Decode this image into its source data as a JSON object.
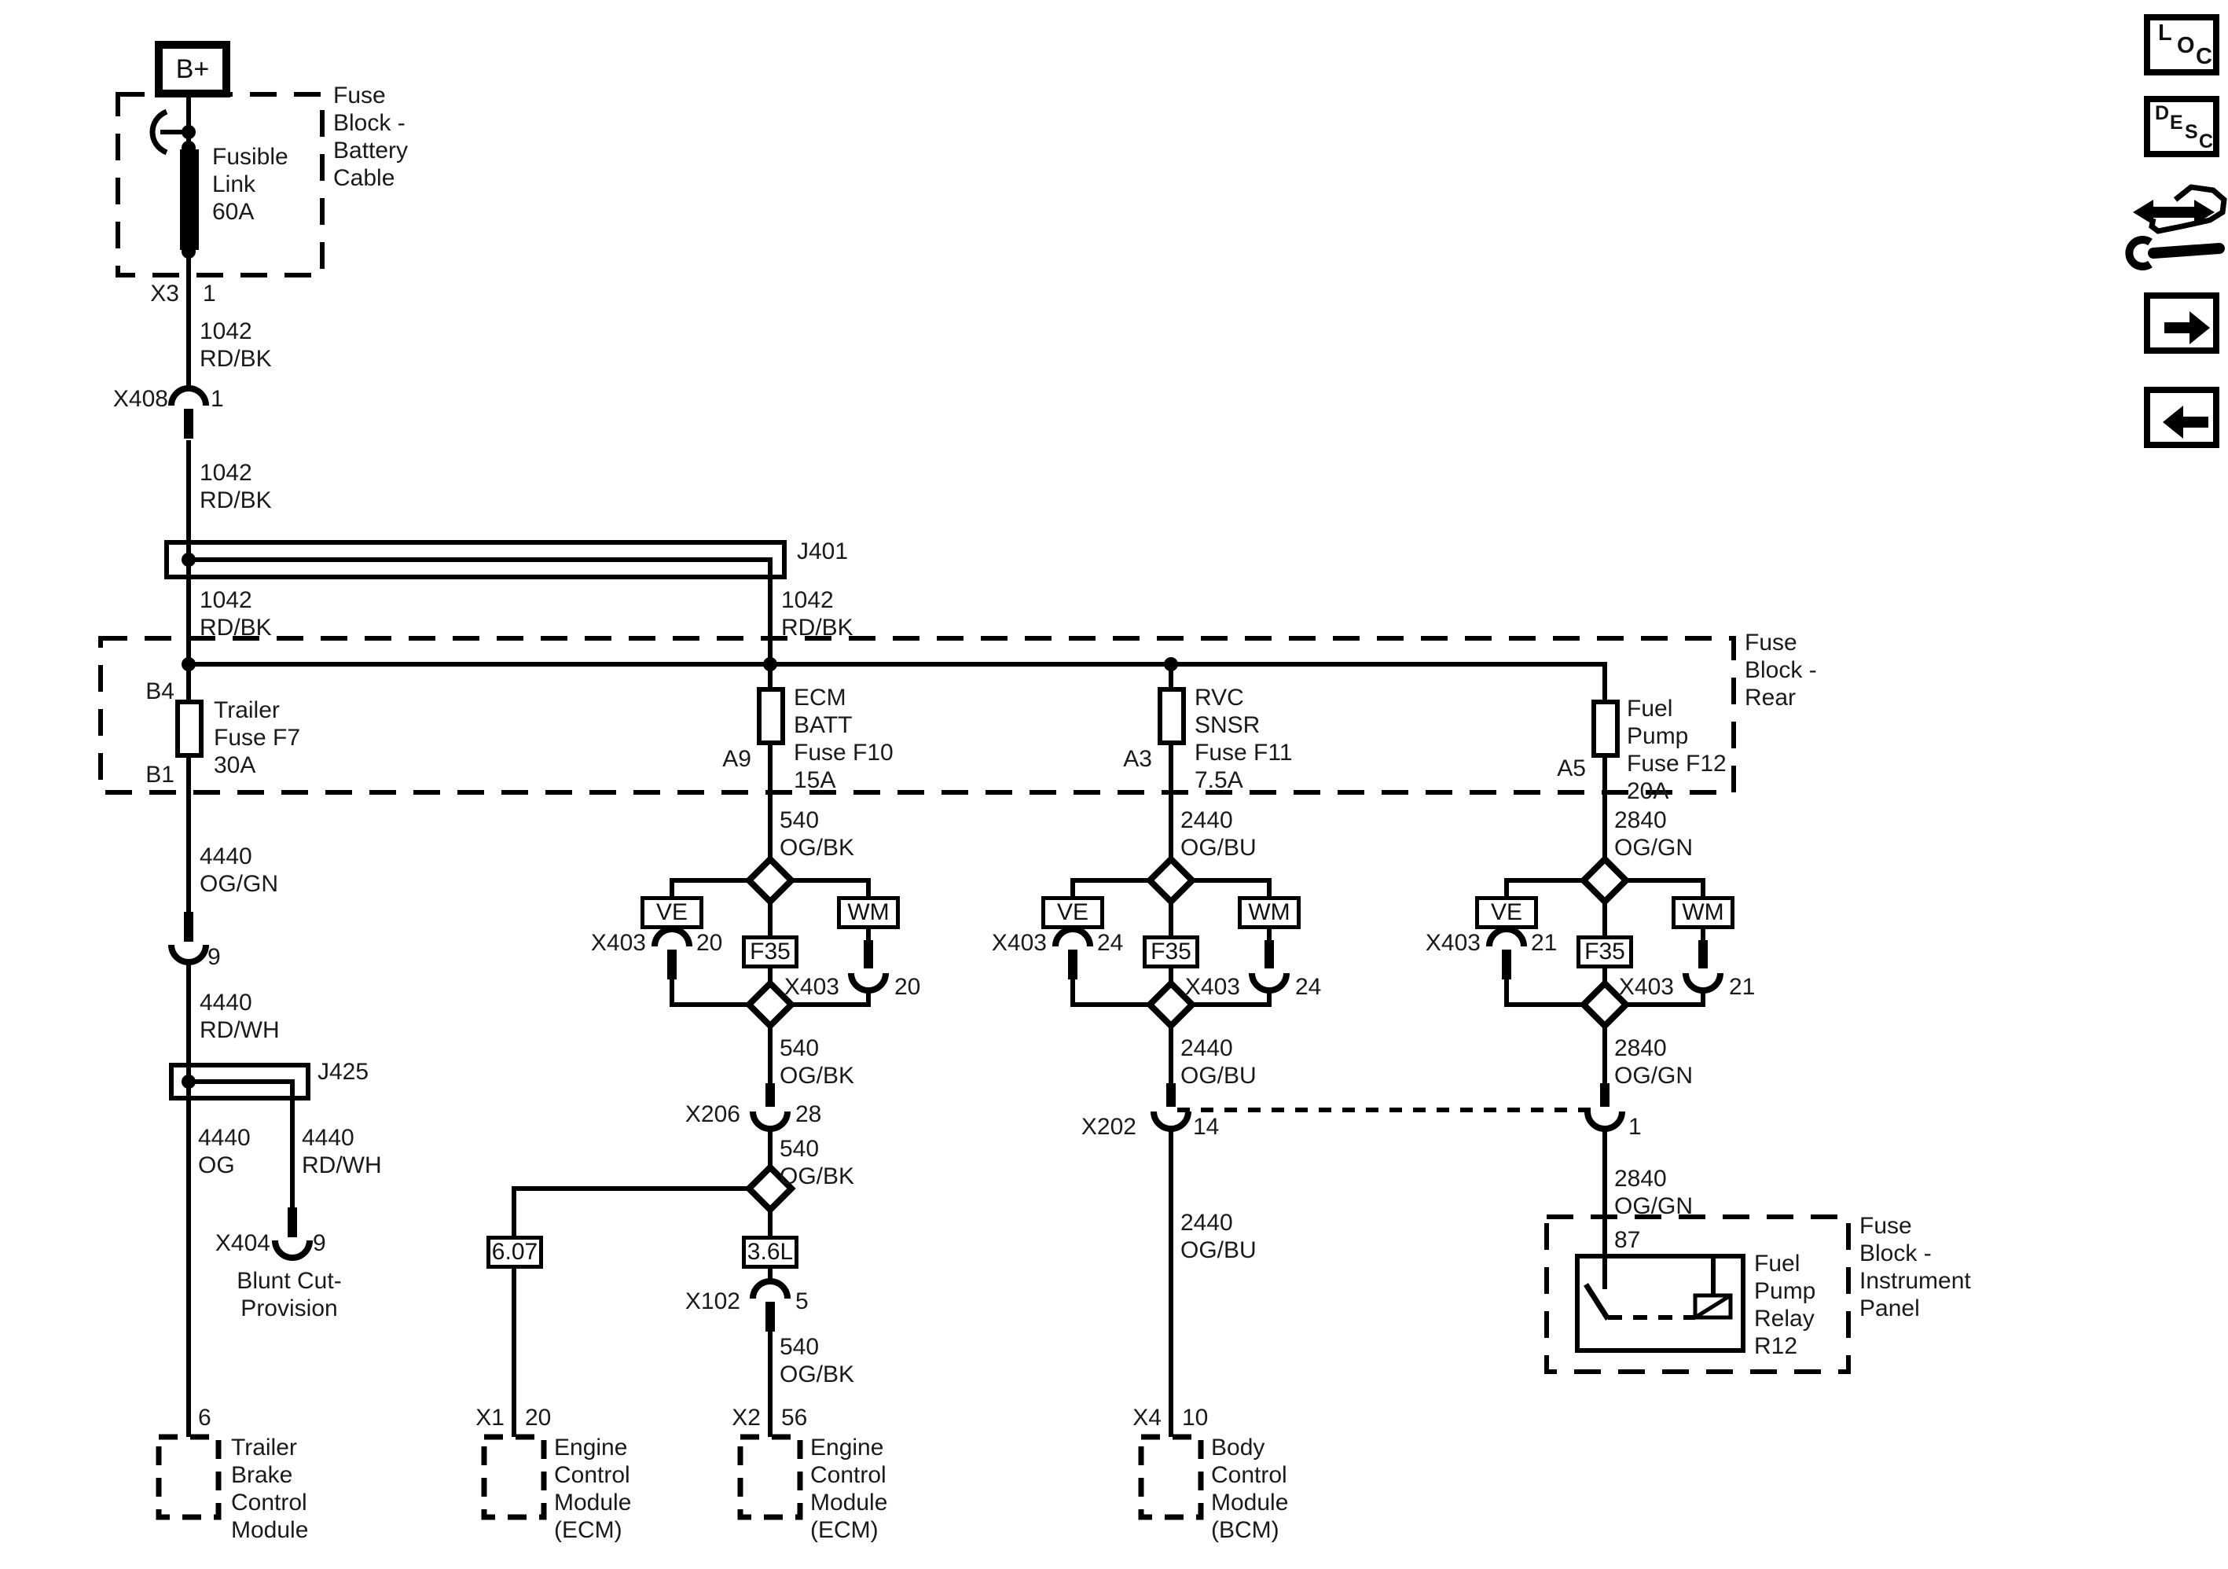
{
  "sidebar": {
    "loc": [
      "L",
      "O",
      "C"
    ],
    "desc": [
      "D",
      "E",
      "S",
      "C"
    ]
  },
  "power": {
    "terminal": "B+",
    "fusible_link": "Fusible\nLink\n60A",
    "battery_block": "Fuse\nBlock -\nBattery\nCable",
    "x3": "X3",
    "x3_pin": "1",
    "wire_top": "1042\nRD/BK",
    "x408": "X408",
    "x408_pin": "1",
    "wire_mid": "1042\nRD/BK",
    "j401": "J401",
    "wire_left": "1042\nRD/BK",
    "wire_right": "1042\nRD/BK"
  },
  "rear_block": {
    "label": "Fuse\nBlock -\nRear",
    "b4": "B4",
    "b1": "B1",
    "f7": "Trailer\nFuse F7\n30A",
    "a9": "A9",
    "f10": "ECM\nBATT\nFuse F10\n15A",
    "a3": "A3",
    "f11": "RVC\nSNSR\nFuse F11\n7.5A",
    "a5": "A5",
    "f12": "Fuel\nPump\nFuse F12\n20A"
  },
  "trailer": {
    "wire1": "4440\nOG/GN",
    "pin9": "9",
    "wire2": "4440\nRD/WH",
    "j425": "J425",
    "wire3": "4440\nOG",
    "wire4": "4440\nRD/WH",
    "x404": "X404",
    "x404_pin": "9",
    "blunt": "Blunt Cut-\nProvision",
    "pin6": "6",
    "module": "Trailer\nBrake\nControl\nModule"
  },
  "ecm": {
    "wire1": "540\nOG/BK",
    "ve": "VE",
    "wm": "WM",
    "f35": "F35",
    "x403_left": "X403",
    "pin_left": "20",
    "x403_right": "X403",
    "pin_right": "20",
    "wire2": "540\nOG/BK",
    "x206": "X206",
    "x206_pin": "28",
    "wire3": "540\nOG/BK",
    "opt_a": "6.07",
    "opt_b": "3.6L",
    "x102": "X102",
    "x102_pin": "5",
    "wire4": "540\nOG/BK",
    "x1": "X1",
    "x1_pin": "20",
    "module1": "Engine\nControl\nModule\n(ECM)",
    "x2": "X2",
    "x2_pin": "56",
    "module2": "Engine\nControl\nModule\n(ECM)"
  },
  "rvc": {
    "wire1": "2440\nOG/BU",
    "ve": "VE",
    "wm": "WM",
    "f35": "F35",
    "x403_left": "X403",
    "pin_left": "24",
    "x403_right": "X403",
    "pin_right": "24",
    "wire2": "2440\nOG/BU",
    "x202": "X202",
    "x202_pin": "14",
    "wire3": "2440\nOG/BU",
    "x4": "X4",
    "x4_pin": "10",
    "module": "Body\nControl\nModule\n(BCM)"
  },
  "fuel": {
    "wire1": "2840\nOG/GN",
    "ve": "VE",
    "wm": "WM",
    "f35": "F35",
    "x403_left": "X403",
    "pin_left": "21",
    "x403_right": "X403",
    "pin_right": "21",
    "wire2": "2840\nOG/GN",
    "pin1": "1",
    "wire3": "2840\nOG/GN",
    "pin87": "87",
    "relay": "Fuel\nPump\nRelay\nR12",
    "ip_block": "Fuse\nBlock -\nInstrument\nPanel"
  }
}
